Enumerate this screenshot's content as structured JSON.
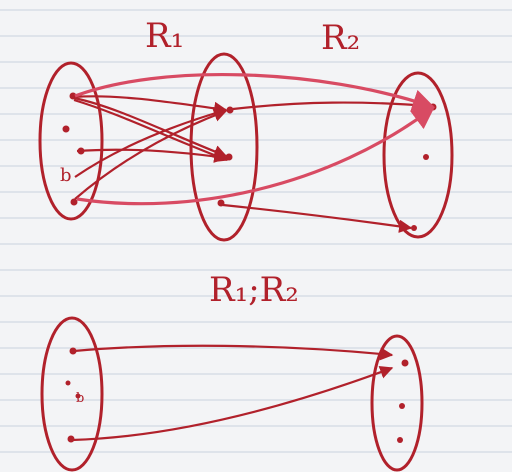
{
  "diagram": {
    "label_r1": "R₁",
    "label_r2": "R₂",
    "label_composite": "R₁;R₂",
    "node_label_b": "b",
    "composite_node_label_b": "b"
  },
  "colors": {
    "paper": "#f3f4f6",
    "rule_line": "#c9d2df",
    "ink": "#b1212b",
    "ink_light": "#d84b63"
  }
}
